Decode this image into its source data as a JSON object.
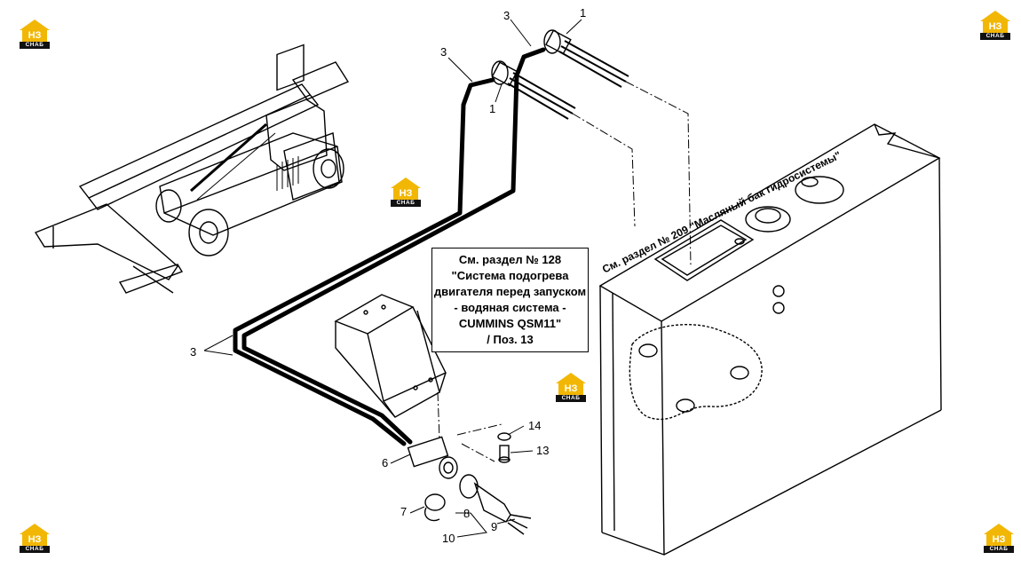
{
  "note_box": {
    "lines": [
      "См. раздел № 128",
      "\"Система подогрева",
      "двигателя перед запуском",
      "- водяная система -",
      "CUMMINS QSM11\"",
      "/ Поз. 13"
    ]
  },
  "tank_note": "См. раздел № 209 \"Масляный бак гидросистемы\"",
  "callouts": {
    "c1a": "1",
    "c1b": "1",
    "c3a": "3",
    "c3b": "3",
    "c3c": "3",
    "c6": "6",
    "c7": "7",
    "c8": "8",
    "c9": "9",
    "c10": "10",
    "c13": "13",
    "c14": "14"
  },
  "watermark": {
    "top_text": "НЗ",
    "bottom_text": "СНАБ",
    "color": "#f2b705"
  },
  "colors": {
    "line": "#000000",
    "background": "#ffffff"
  }
}
